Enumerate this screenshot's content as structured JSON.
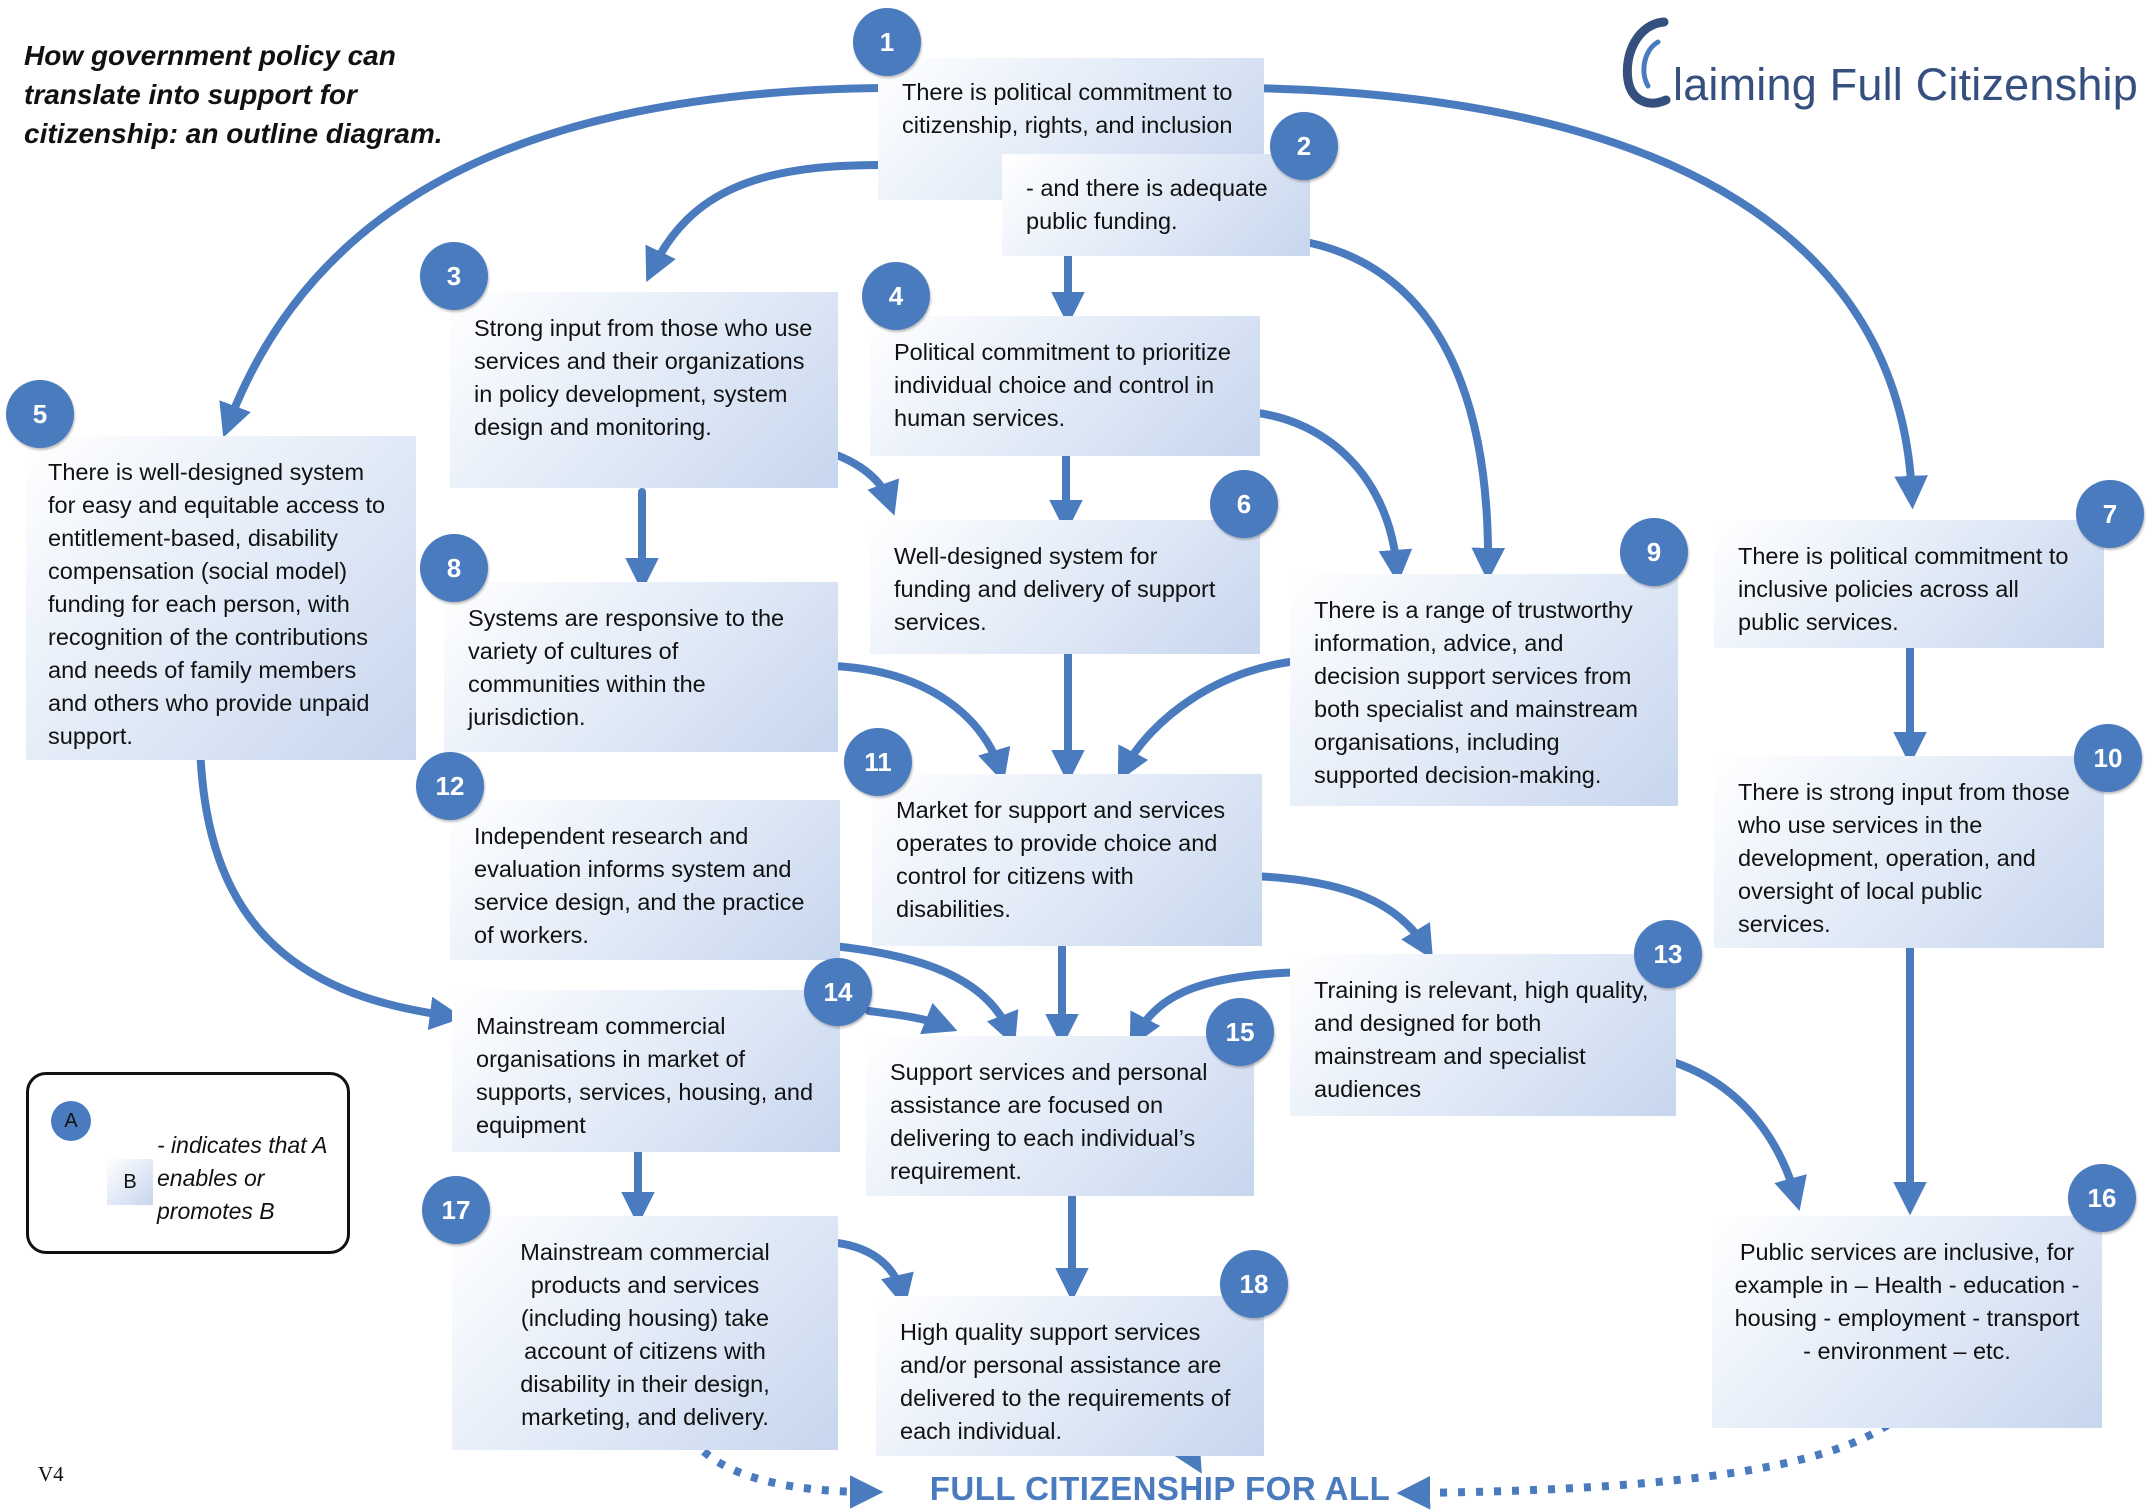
{
  "title": "How government policy can translate into support for citizenship: an outline diagram.",
  "logo": {
    "text": "laiming Full Citizenship"
  },
  "colors": {
    "accent": "#4a7bbf",
    "logo": "#35507f"
  },
  "boxes": [
    {
      "number": "1",
      "text": "There is political commitment to citizenship, rights, and inclusion"
    },
    {
      "number": "2",
      "text": "- and there is adequate public funding."
    },
    {
      "number": "3",
      "text": "Strong input from those who use services and their organizations in policy development, system design and monitoring."
    },
    {
      "number": "4",
      "text": "Political commitment to prioritize individual choice and control in human services."
    },
    {
      "number": "5",
      "text": "There is well-designed system for easy and equitable access to entitlement-based, disability compensation (social model) funding for each person, with recognition of the contributions and needs of family members and others who provide unpaid support."
    },
    {
      "number": "6",
      "text": "Well-designed system for funding and delivery of support services."
    },
    {
      "number": "7",
      "text": "There is political commitment to inclusive policies across all public services."
    },
    {
      "number": "8",
      "text": "Systems are responsive to the variety of cultures of communities within the jurisdiction."
    },
    {
      "number": "9",
      "text": "There is a range of trustworthy information, advice, and decision support services from both specialist and mainstream organisations, including supported decision-making."
    },
    {
      "number": "10",
      "text": "There is strong input from those who use services in the development, operation, and oversight of local public services."
    },
    {
      "number": "11",
      "text": "Market for support and services operates to provide choice and control for citizens with disabilities."
    },
    {
      "number": "12",
      "text": "Independent research and evaluation informs system and service design, and the practice of workers."
    },
    {
      "number": "13",
      "text": "Training is relevant, high quality, and designed for both mainstream and specialist audiences"
    },
    {
      "number": "14",
      "text": "Mainstream commercial organisations in market of supports, services, housing, and equipment"
    },
    {
      "number": "15",
      "text": "Support services and personal assistance are focused on delivering to each individual’s requirement."
    },
    {
      "number": "16",
      "text": "Public services are inclusive, for example in – Health - education - housing - employment - transport - environment – etc."
    },
    {
      "number": "17",
      "text": "Mainstream commercial products and services (including housing) take account of citizens with disability in their design, marketing, and delivery."
    },
    {
      "number": "18",
      "text": "High quality support services and/or personal assistance are delivered to the requirements of each individual."
    }
  ],
  "legend": {
    "a": "A",
    "b": "B",
    "text": "- indicates that A enables or promotes B"
  },
  "footer": "FULL CITIZENSHIP FOR ALL",
  "version": "V4"
}
